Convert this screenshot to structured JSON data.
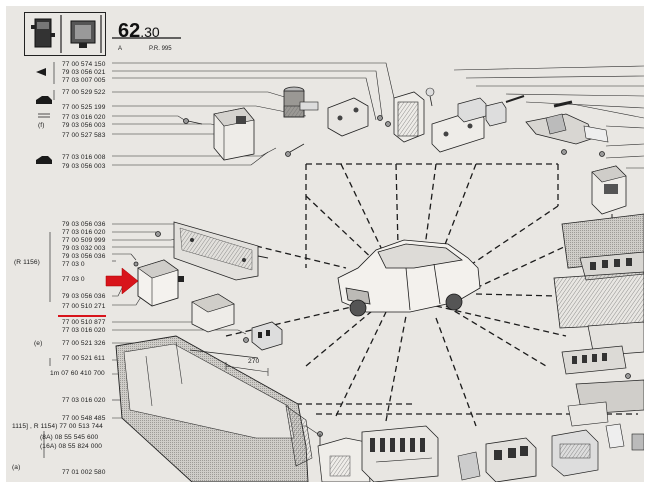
{
  "header": {
    "page_number_main": "62",
    "page_number_sub": ".30",
    "letter": "A",
    "reference": "P.R. 995"
  },
  "icons": {
    "left": "relay-unit-icon",
    "right": "relay-box-icon"
  },
  "highlight": {
    "arrow_color": "#d8141b",
    "underline_color": "#d8141b",
    "part_number": "77 00 510 271"
  },
  "part_numbers": [
    {
      "id": "p01",
      "text": "77 00 574 150"
    },
    {
      "id": "p02",
      "text": "79 03 056 021"
    },
    {
      "id": "p03",
      "text": "77 03 007 005"
    },
    {
      "id": "p04",
      "text": "77 00 529 522"
    },
    {
      "id": "p05",
      "text": "77 00 525 199"
    },
    {
      "id": "p06",
      "text": "77 03 016 020"
    },
    {
      "id": "p07",
      "text": "79 03 056 003"
    },
    {
      "id": "p08",
      "text": "77 00 527 583"
    },
    {
      "id": "p09",
      "text": "77 03 016 008"
    },
    {
      "id": "p10",
      "text": "79 03 056 003"
    },
    {
      "id": "p11",
      "text": "79 03 056 036"
    },
    {
      "id": "p12",
      "text": "77 03 016 020"
    },
    {
      "id": "p13",
      "text": "77 00 509 999"
    },
    {
      "id": "p14",
      "text": "79 03 032 003"
    },
    {
      "id": "p15",
      "text": "79 03 056 036"
    },
    {
      "id": "p16",
      "text": "77 03 0"
    },
    {
      "id": "p17",
      "text": "77 03 0"
    },
    {
      "id": "p18",
      "text": "79 03 056 036"
    },
    {
      "id": "p19",
      "text": "77 00 510 271"
    },
    {
      "id": "p20",
      "text": "77 00 510 877"
    },
    {
      "id": "p21",
      "text": "77 03 016 020"
    },
    {
      "id": "p22",
      "text": "77 00 521 326"
    },
    {
      "id": "p23",
      "text": "77 00 521 611"
    },
    {
      "id": "p24",
      "text": "1m 07 60 410 700"
    },
    {
      "id": "p25",
      "text": "77 03 016 020"
    },
    {
      "id": "p26",
      "text": "77 00 548 485"
    },
    {
      "id": "p27",
      "text": "1115] , R 1154) 77 00 513 744"
    },
    {
      "id": "p28",
      "text": "(8A) 08 55 545 600"
    },
    {
      "id": "p29",
      "text": "(16A) 08 55 824 000"
    },
    {
      "id": "p30",
      "text": "77 01 002 580"
    }
  ],
  "side_labels": {
    "r1156": "(R 1156)",
    "f": "(f)",
    "e": "(e)",
    "a": "(a)"
  },
  "dimension": "270"
}
